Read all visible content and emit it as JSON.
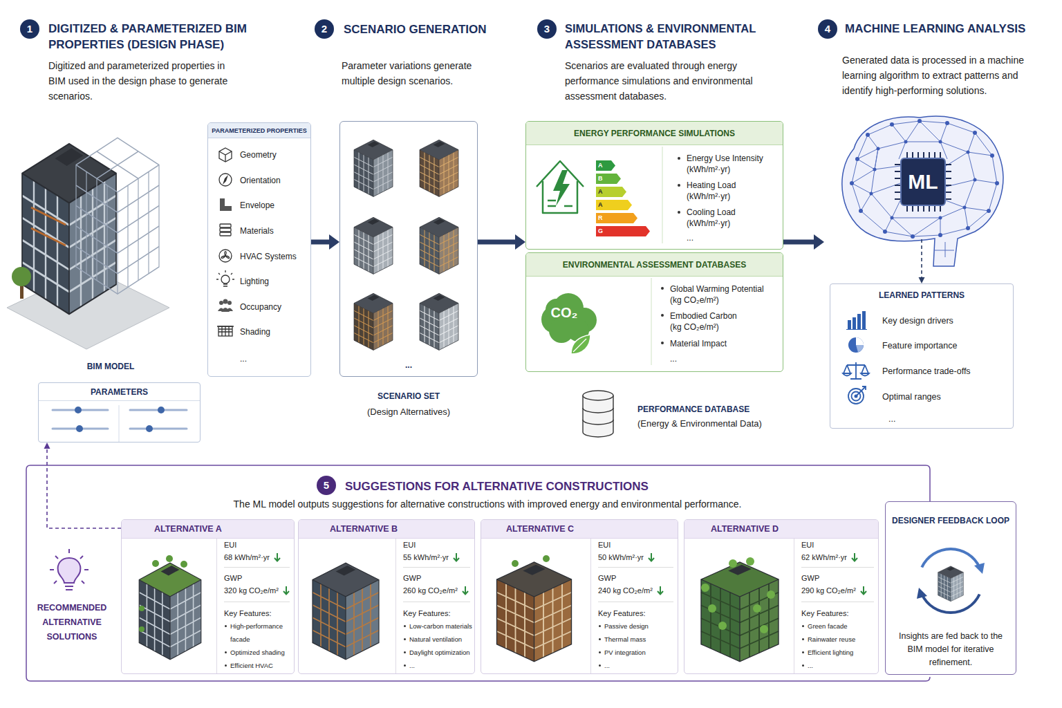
{
  "diagram": {
    "nodes": [
      {
        "text": [
          "PARAMETERIZED PROPERTIES",
          "Geometry",
          "Orientation",
          "Envelope",
          "Materials",
          "HVAC Systems",
          "Lighting",
          "Occupancy",
          "Shading",
          "..."
        ]
      },
      {
        "text": [
          "PARAMETERS"
        ]
      },
      {
        "text": [
          "...",
          "SCENARIO SET",
          "(Design Alternatives)"
        ]
      },
      {
        "text": [
          "ENERGY PERFORMANCE SIMULATIONS",
          "Energy Use Intensity (kWh/m²·yr)",
          "Heating Load (kWh/m²·yr)",
          "Cooling Load (kWh/m²·yr)",
          "..."
        ]
      },
      {
        "text": [
          "ENVIRONMENTAL ASSESSMENT DATABASES",
          "Global Warming Potential (kg CO₂e/m²)",
          "Embodied Carbon (kg CO₂e/m²)",
          "Material Impact",
          "..."
        ]
      },
      {
        "text": [
          "ML"
        ]
      },
      {
        "text": [
          "LEARNED PATTERNS",
          "Key design drivers",
          "Feature importance",
          "Performance trade-offs",
          "Optimal ranges",
          "..."
        ]
      },
      {
        "text": [
          "SUGGESTIONS FOR ALTERNATIVE CONSTRUCTIONS",
          "The ML model outputs suggestions for alternative constructions with improved energy and environmental performance.",
          "RECOMMENDED ALTERNATIVE SOLUTIONS"
        ]
      },
      {
        "text": [
          "ALTERNATIVE A",
          "EUI",
          "68 kWh/m²·yr",
          "GWP",
          "320 kg CO₂e/m²",
          "Key Features:",
          "High-performance facade",
          "Optimized shading",
          "Efficient HVAC"
        ],
        "in": 7
      },
      {
        "text": [
          "ALTERNATIVE B",
          "EUI",
          "55 kWh/m²·yr",
          "GWP",
          "260 kg CO₂e/m²",
          "Key Features:",
          "Low-carbon materials",
          "Natural ventilation",
          "Daylight optimization",
          "..."
        ],
        "in": 7
      },
      {
        "text": [
          "ALTERNATIVE C",
          "EUI",
          "50 kWh/m²·yr",
          "GWP",
          "240 kg CO₂e/m²",
          "Key Features:",
          "Passive design",
          "Thermal mass",
          "PV integration",
          "..."
        ],
        "in": 7
      },
      {
        "text": [
          "ALTERNATIVE D",
          "EUI",
          "62 kWh/m²·yr",
          "GWP",
          "290 kg CO₂e/m²",
          "Key Features:",
          "Green facade",
          "Rainwater reuse",
          "Efficient lighting",
          "..."
        ],
        "in": 7
      },
      {
        "text": [
          "DESIGNER FEEDBACK LOOP",
          "Insights are fed back to the BIM model for iterative refinement."
        ]
      }
    ],
    "edges": [
      {
        "from": 0,
        "to": 2,
        "arrow": "to"
      },
      {
        "from": 2,
        "to": 3,
        "arrow": "to"
      },
      {
        "from": 3,
        "to": 5,
        "arrow": "to"
      },
      {
        "from": 5,
        "to": 6,
        "arrow": "to"
      },
      {
        "from": 8,
        "to": 1,
        "arrow": "to"
      }
    ],
    "labels": [
      "1",
      "DIGITIZED & PARAMETERIZED BIM PROPERTIES (DESIGN PHASE)",
      "Digitized and parameterized properties in BIM used in the design phase to generate scenarios.",
      "BIM MODEL",
      "2",
      "SCENARIO GENERATION",
      "Parameter variations generate multiple design scenarios.",
      "3",
      "SIMULATIONS & ENVIRONMENTAL ASSESSMENT DATABASES",
      "Scenarios are evaluated through energy performance simulations and environmental assessment databases.",
      "A",
      "B",
      "A",
      "A",
      "R",
      "G",
      "CO₂",
      "PERFORMANCE DATABASE",
      "(Energy & Environmental Data)",
      "4",
      "MACHINE LEARNING ANALYSIS",
      "Generated data is processed in a machine learning algorithm to extract patterns and identify high-performing solutions.",
      "5"
    ]
  }
}
